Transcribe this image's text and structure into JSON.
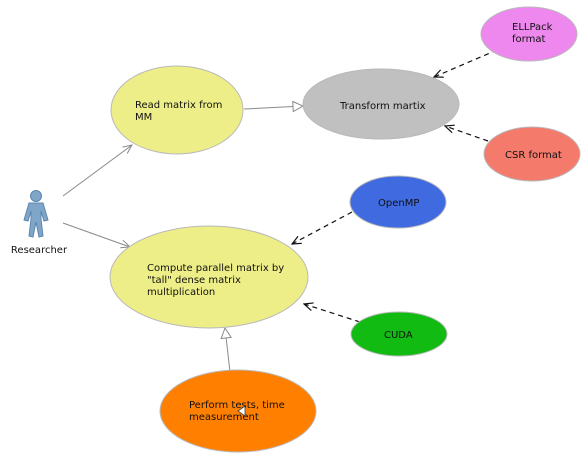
{
  "actor": {
    "label": "Researcher",
    "icon": "person-icon",
    "color": "#7fa6c8"
  },
  "use_cases": {
    "read": {
      "lines": [
        "Read matrix from",
        "MM"
      ],
      "color": "#eeee88"
    },
    "transform": {
      "lines": [
        "Transform martix"
      ],
      "color": "#c0c0c0"
    },
    "ellpack": {
      "lines": [
        "ELLPack",
        "format"
      ],
      "color": "#ee88ee"
    },
    "csr": {
      "lines": [
        "CSR format"
      ],
      "color": "#f47a6c"
    },
    "openmp": {
      "lines": [
        "OpenMP"
      ],
      "color": "#3f6ae0"
    },
    "compute": {
      "lines": [
        "Compute parallel matrix by",
        "\"tall\" dense matrix",
        "multiplication"
      ],
      "color": "#eeee88"
    },
    "cuda": {
      "lines": [
        "CUDA"
      ],
      "color": "#11bb11"
    },
    "perform": {
      "lines": [
        "Perform tests, time",
        "measurement"
      ],
      "color": "#ff7f00"
    }
  },
  "relations": [
    {
      "from": "actor",
      "to": "read",
      "style": "association"
    },
    {
      "from": "actor",
      "to": "compute",
      "style": "association"
    },
    {
      "from": "read",
      "to": "transform",
      "style": "generalization"
    },
    {
      "from": "ellpack",
      "to": "transform",
      "style": "dependency"
    },
    {
      "from": "csr",
      "to": "transform",
      "style": "dependency"
    },
    {
      "from": "openmp",
      "to": "compute",
      "style": "dependency"
    },
    {
      "from": "cuda",
      "to": "compute",
      "style": "dependency"
    },
    {
      "from": "perform",
      "to": "compute",
      "style": "generalization"
    }
  ]
}
